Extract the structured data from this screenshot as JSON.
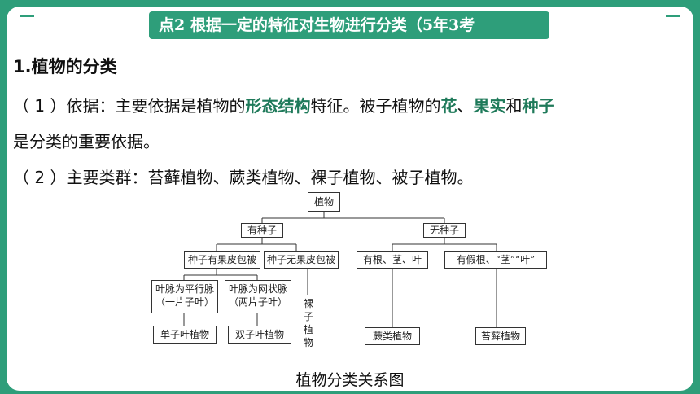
{
  "header": {
    "banner_text": "点2  根据一定的特征对生物进行分类（5年3考"
  },
  "section": {
    "title": "1.植物的分类",
    "line1": {
      "pre": "（ 1 ）依据：主要依据是植物的",
      "hl1": "形态结构",
      "mid": "特征。被子植物的",
      "hl2": "花",
      "sep": "、",
      "hl3": "果实",
      "and": "和",
      "hl4": "种子"
    },
    "line2": "是分类的重要依据。",
    "line3": "（ 2 ）主要类群：苔藓植物、蕨类植物、裸子植物、被子植物。"
  },
  "diagram": {
    "root": "植物",
    "seed": "有种子",
    "noseed": "无种子",
    "angio_def": "种子有果皮包被",
    "gymno_def": "种子无果皮包被",
    "fern_def": "有根、茎、叶",
    "moss_def": "有假根、“茎”“叶”",
    "mono_def_1": "叶脉为平行脉",
    "mono_def_2": "（一片子叶）",
    "dicot_def_1": "叶脉为网状脉",
    "dicot_def_2": "（两片子叶）",
    "gymno": "裸子植物",
    "mono": "单子叶植物",
    "dicot": "双子叶植物",
    "fern": "蕨类植物",
    "moss": "苔藓植物"
  },
  "caption": "植物分类关系图",
  "colors": {
    "accent": "#2e9e7a",
    "highlight": "#1f7a5a"
  }
}
